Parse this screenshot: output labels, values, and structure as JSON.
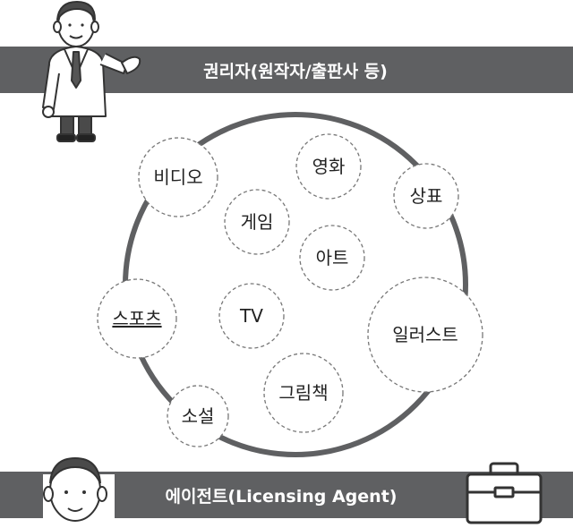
{
  "header": {
    "title": "권리자(원작자/출판사 등)"
  },
  "footer": {
    "title": "에이전트(Licensing Agent)"
  },
  "colors": {
    "band": "#5f6062",
    "ring": "#5f6062",
    "bubble_border": "#777777",
    "text": "#222222"
  },
  "icons": [
    "businessman-pointing-icon",
    "agent-face-icon",
    "briefcase-icon"
  ],
  "bubbles": [
    {
      "label": "비디오"
    },
    {
      "label": "영화"
    },
    {
      "label": "상표"
    },
    {
      "label": "게임"
    },
    {
      "label": "아트"
    },
    {
      "label": "스포츠",
      "underline": true
    },
    {
      "label": "TV"
    },
    {
      "label": "일러스트"
    },
    {
      "label": "그림책"
    },
    {
      "label": "소설"
    }
  ]
}
